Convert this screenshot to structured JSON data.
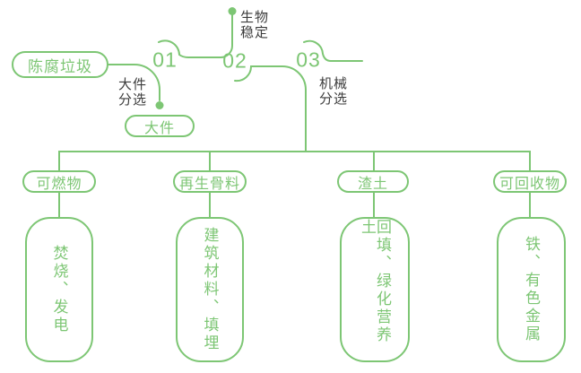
{
  "colors": {
    "accent_green": "#7dc674",
    "label_gray": "#3c3c3c",
    "background": "#ffffff"
  },
  "diagram": {
    "source": {
      "label": "陈腐垃圾"
    },
    "steps": [
      {
        "number": "01",
        "side_label": [
          "大件",
          "分选"
        ],
        "output_pill": "大件"
      },
      {
        "number": "02",
        "top_label": [
          "生物",
          "稳定"
        ]
      },
      {
        "number": "03",
        "side_label": [
          "机械",
          "分选"
        ]
      }
    ],
    "branches": [
      {
        "category": "可燃物",
        "result": "焚烧、发电"
      },
      {
        "category": "再生骨料",
        "result": "建筑材料、填埋"
      },
      {
        "category": "渣土",
        "result": "回填、绿化营养土"
      },
      {
        "category": "可回收物",
        "result": "铁、有色金属"
      }
    ]
  }
}
